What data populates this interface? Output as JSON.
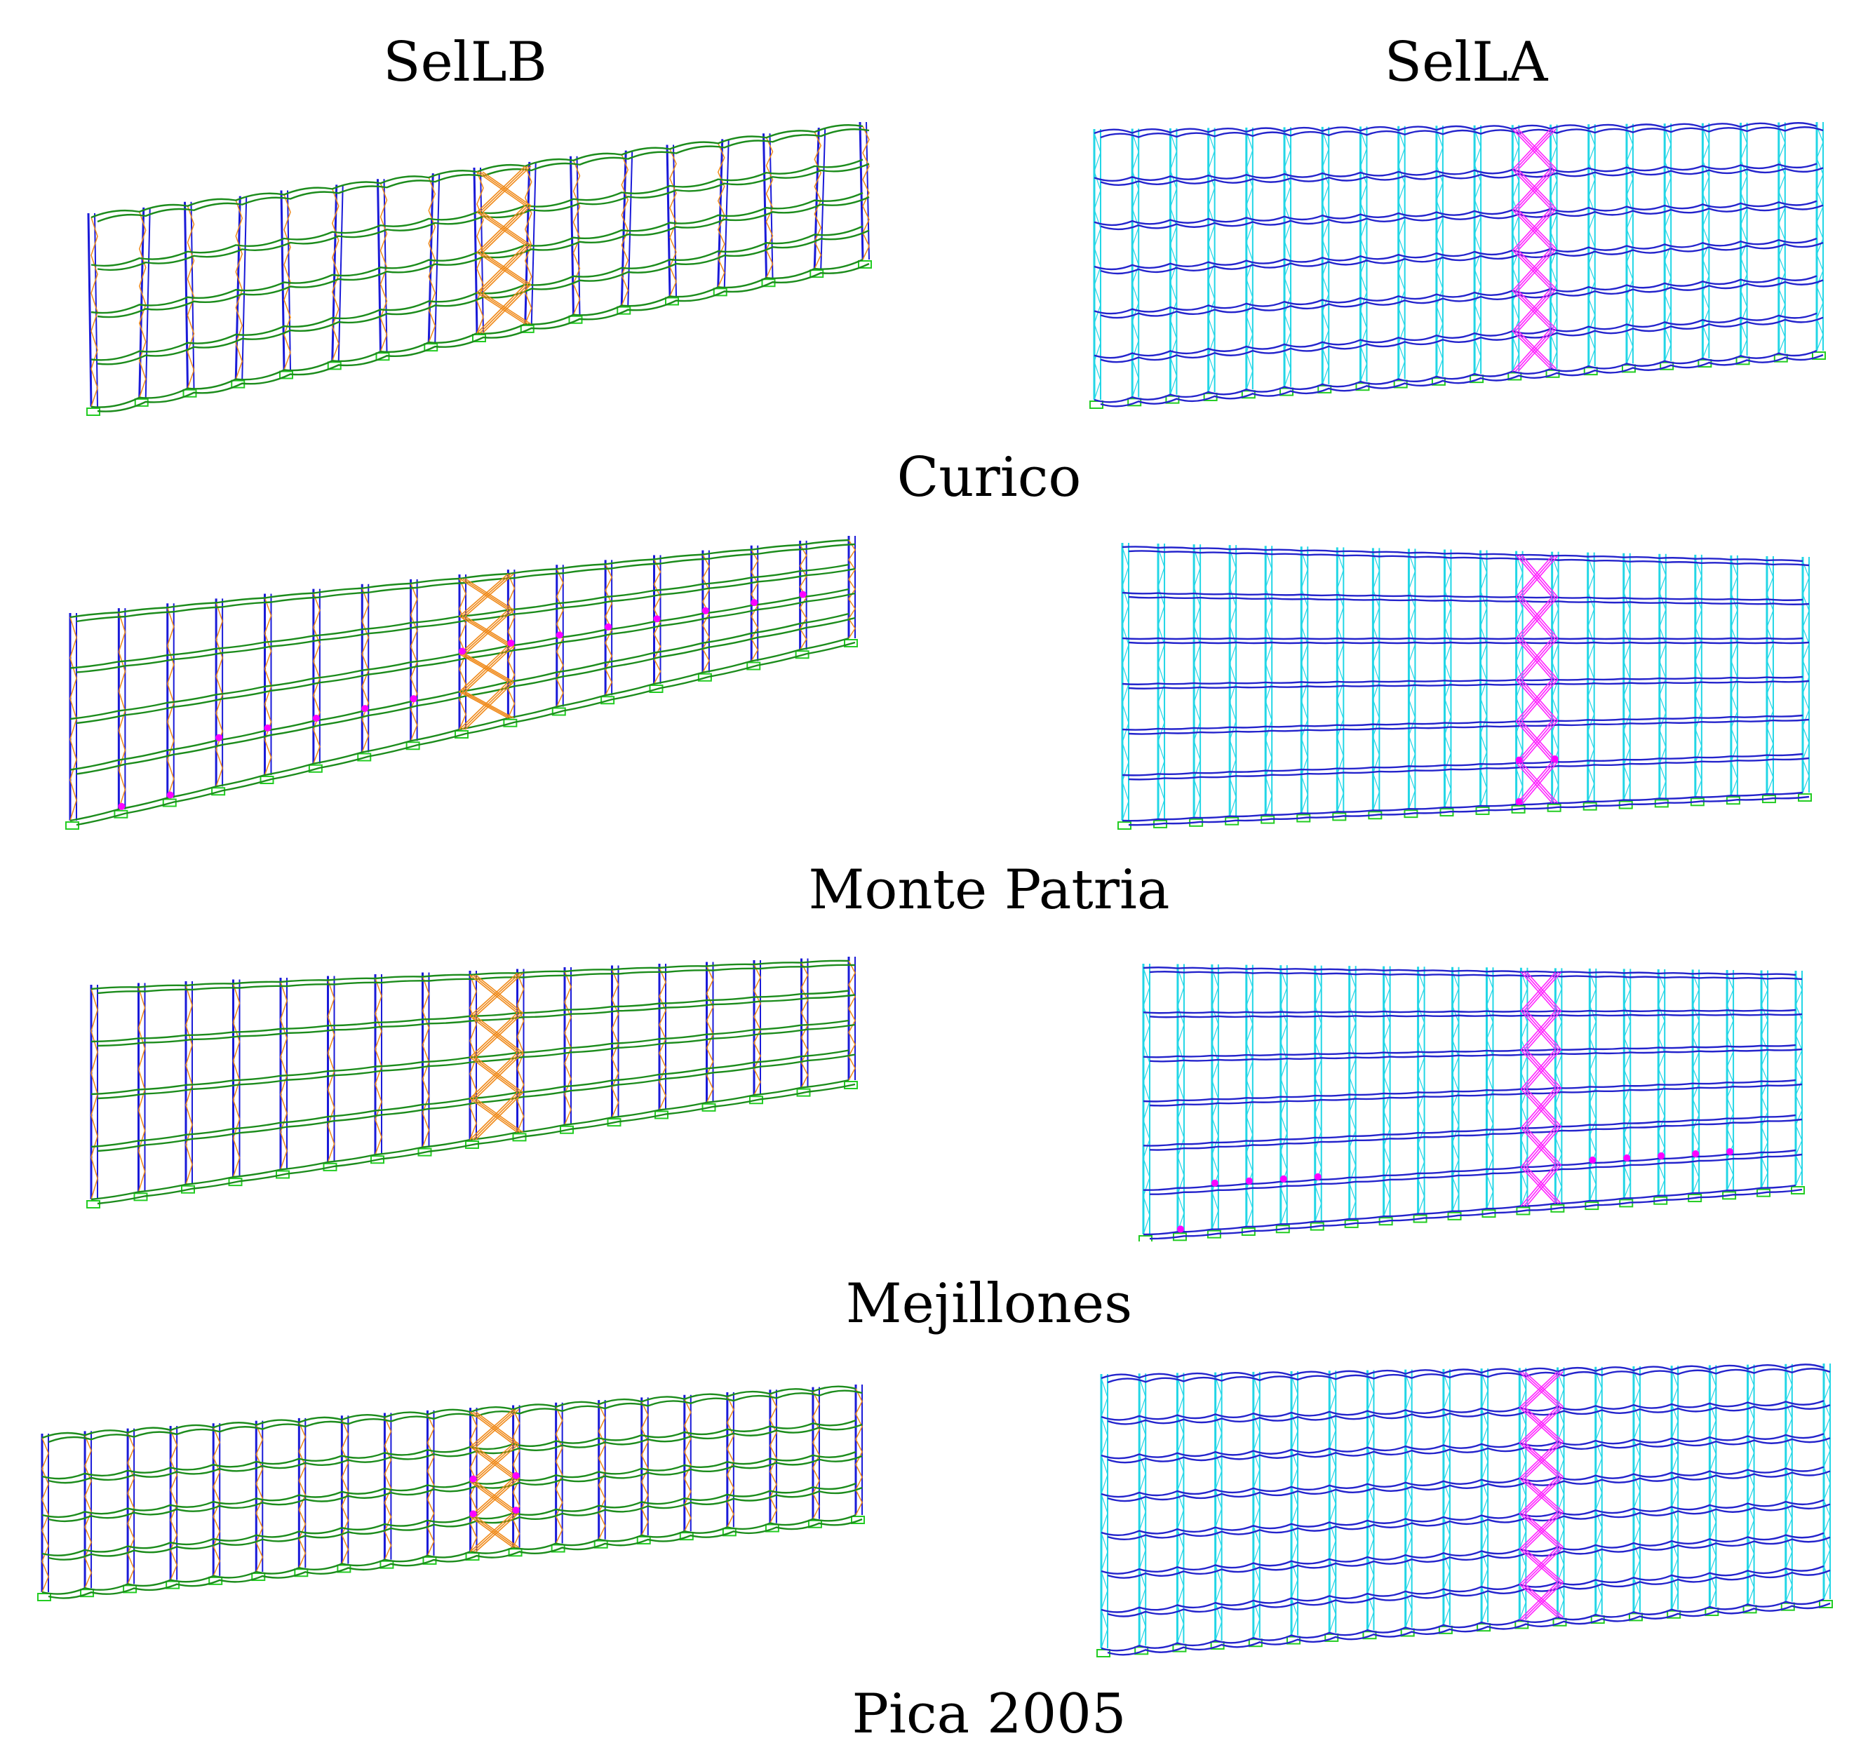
{
  "headings": {
    "col_left": "SelLB",
    "col_right": "SelLA",
    "row_1": "Curico",
    "row_2": "Monte Patria",
    "row_3": "Mejillones",
    "row_4": "Pica 2005"
  },
  "colors": {
    "selLB_beam": "#1c8c1c",
    "selLB_column": "#1a1ad8",
    "selLB_brace": "#f08a1a",
    "selLA_beam": "#2424cc",
    "selLA_column": "#22d6e6",
    "selLA_brace": "#ff22ff",
    "hinge": "#ff00ff",
    "support": "#22cc22"
  }
}
